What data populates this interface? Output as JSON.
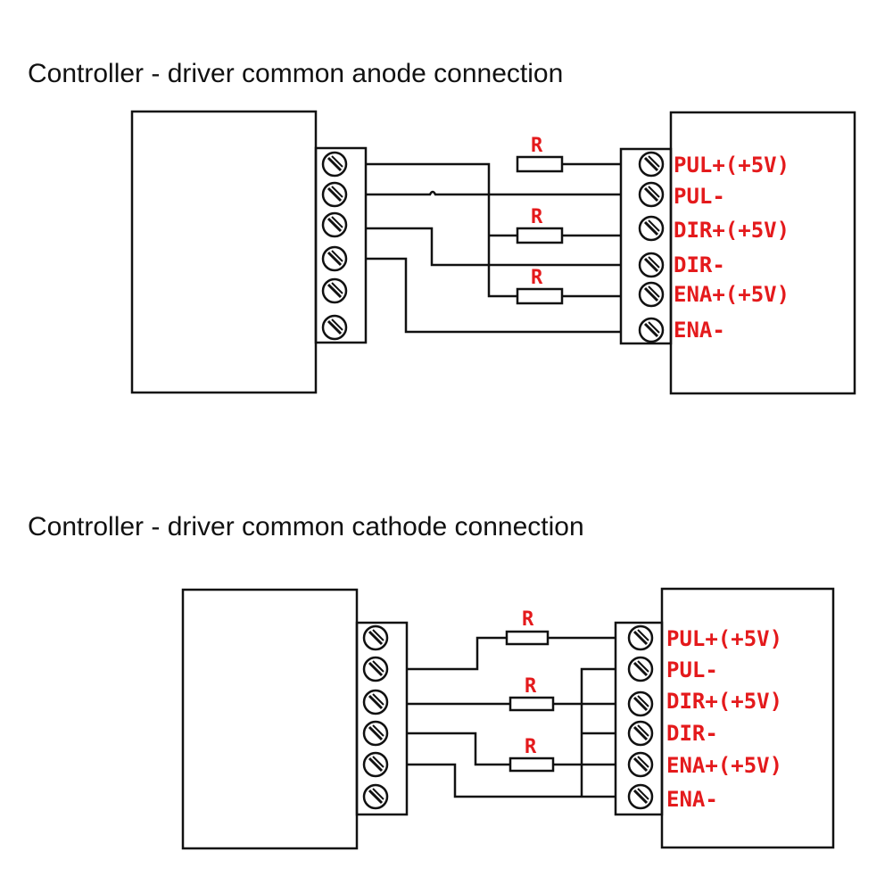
{
  "colors": {
    "label": "#e41a1c",
    "line": "#111111"
  },
  "diagram1": {
    "title": "Controller - driver common anode connection",
    "resistor_labels": [
      "R",
      "R",
      "R"
    ],
    "pins": [
      "PUL+(+5V)",
      "PUL-",
      "DIR+(+5V)",
      "DIR-",
      "ENA+(+5V)",
      "ENA-"
    ]
  },
  "diagram2": {
    "title": "Controller - driver common cathode connection",
    "resistor_labels": [
      "R",
      "R",
      "R"
    ],
    "pins": [
      "PUL+(+5V)",
      "PUL-",
      "DIR+(+5V)",
      "DIR-",
      "ENA+(+5V)",
      "ENA-"
    ]
  }
}
